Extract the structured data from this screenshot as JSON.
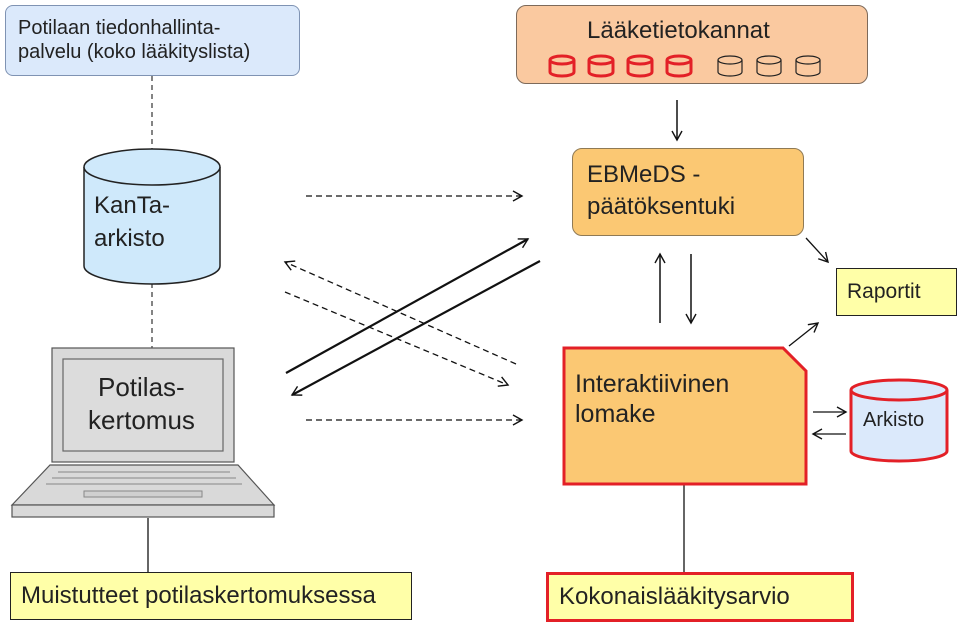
{
  "colors": {
    "blue_fill": "#dbe9fb",
    "cyl_blue": "#cfe9fb",
    "orange_fill": "#fac9a0",
    "ebmeds_fill": "#fbc873",
    "form_fill": "#fbc873",
    "yellow_fill": "#ffffa8",
    "red": "#e32027",
    "laptop_gray": "#d9d9d9"
  },
  "nodes": {
    "potilaan_palvelu": {
      "line1": "Potilaan tiedonhallinta-",
      "line2": "palvelu (koko lääkityslista)"
    },
    "laaketietokannat": {
      "label": "Lääketietokannat",
      "db_icons_red": 4,
      "db_icons_outline": 3
    },
    "kanta_arkisto": {
      "line1": "KanTa-",
      "line2": "arkisto"
    },
    "ebmeds": {
      "line1": "EBMeDS -",
      "line2": "päätöksentuki"
    },
    "raportit": {
      "label": "Raportit"
    },
    "potilaskertomus": {
      "line1": "Potilas-",
      "line2": "kertomus"
    },
    "interaktiivinen_lomake": {
      "line1": "Interaktiivinen",
      "line2": "lomake"
    },
    "arkisto": {
      "label": "Arkisto"
    },
    "muistutteet": {
      "label": "Muistutteet potilaskertomuksessa"
    },
    "kokonaislaakitysarvio": {
      "label": "Kokonaislääkitysarvio"
    }
  }
}
